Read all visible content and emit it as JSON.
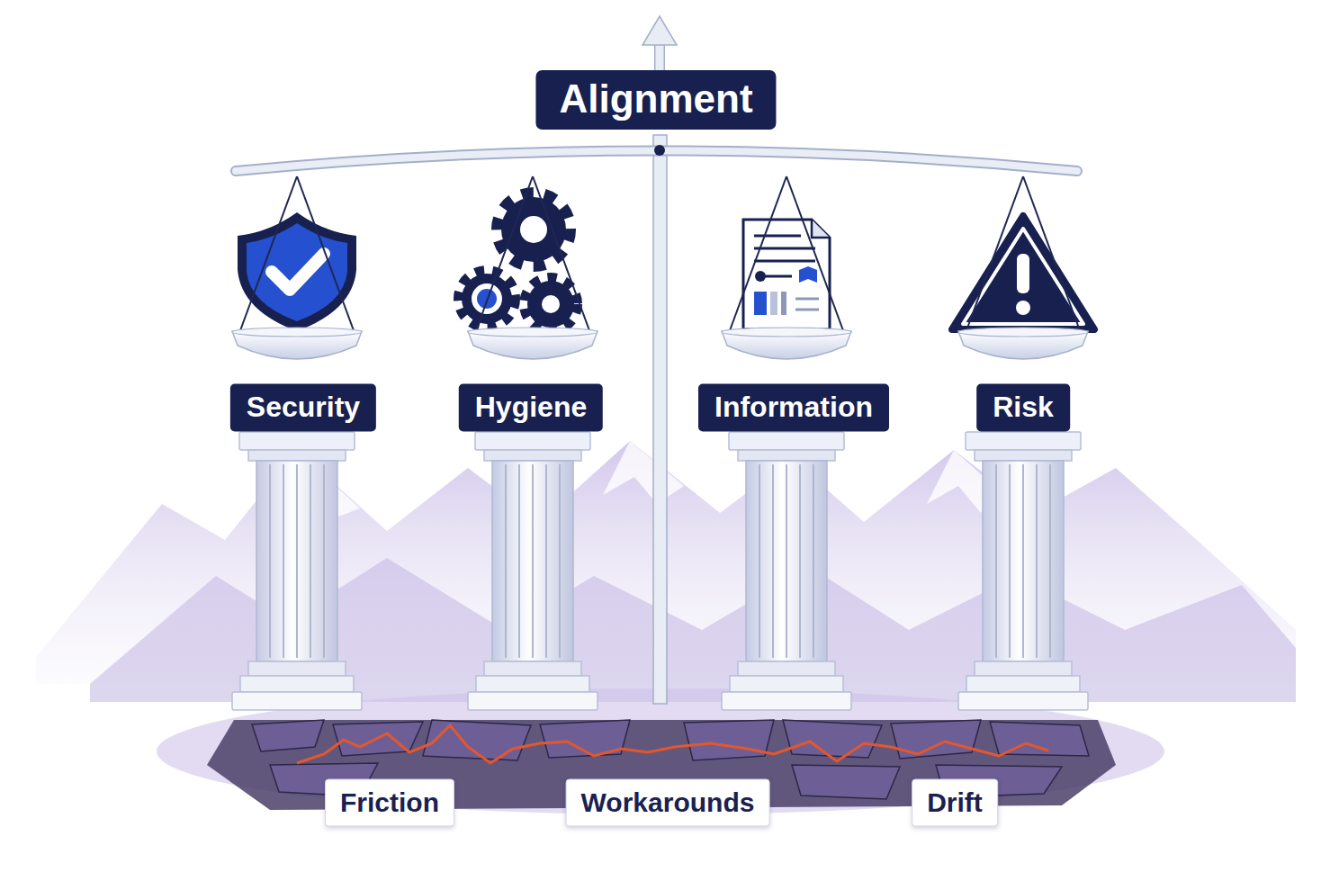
{
  "diagram": {
    "nodes": [
      {
        "text": [
          "Alignment"
        ]
      },
      {
        "text": [
          "Security"
        ]
      },
      {
        "text": [
          "Hygiene"
        ]
      },
      {
        "text": [
          "Information"
        ]
      },
      {
        "text": [
          "Risk"
        ]
      },
      {
        "text": [
          "Friction"
        ]
      },
      {
        "text": [
          "Workarounds"
        ]
      },
      {
        "text": [
          "Drift"
        ]
      }
    ]
  }
}
